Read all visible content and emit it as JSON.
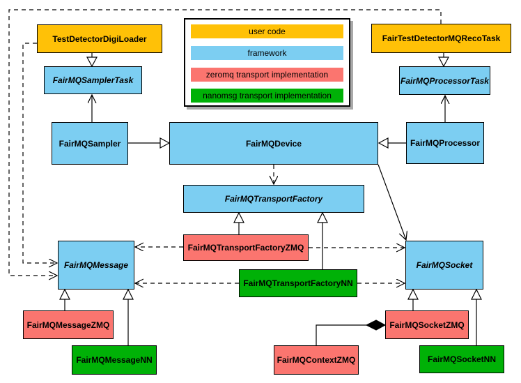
{
  "diagram": {
    "type": "uml-class-diagram",
    "subject": "FairMQ framework class diagram",
    "nodes": {
      "digiloader": {
        "label": "TestDetectorDigiLoader",
        "category": "user code",
        "abstract": false
      },
      "recotask": {
        "label": "FairTestDetectorMQRecoTask",
        "category": "user code",
        "abstract": false
      },
      "samplertask": {
        "label": "FairMQSamplerTask",
        "category": "framework",
        "abstract": true
      },
      "processortask": {
        "label": "FairMQProcessorTask",
        "category": "framework",
        "abstract": true
      },
      "sampler": {
        "label": "FairMQSampler",
        "category": "framework",
        "abstract": false
      },
      "device": {
        "label": "FairMQDevice",
        "category": "framework",
        "abstract": false
      },
      "processor": {
        "label": "FairMQProcessor",
        "category": "framework",
        "abstract": false
      },
      "transportfactory": {
        "label": "FairMQTransportFactory",
        "category": "framework",
        "abstract": true
      },
      "tfzmq": {
        "label": "FairMQTransportFactoryZMQ",
        "category": "zeromq transport implementation",
        "abstract": false
      },
      "tfnn": {
        "label": "FairMQTransportFactoryNN",
        "category": "nanomsg transport implementation",
        "abstract": false
      },
      "message": {
        "label": "FairMQMessage",
        "category": "framework",
        "abstract": true
      },
      "socket": {
        "label": "FairMQSocket",
        "category": "framework",
        "abstract": true
      },
      "msgzmq": {
        "label": "FairMQMessageZMQ",
        "category": "zeromq transport implementation",
        "abstract": false
      },
      "msgnn": {
        "label": "FairMQMessageNN",
        "category": "nanomsg transport implementation",
        "abstract": false
      },
      "sockzmq": {
        "label": "FairMQSocketZMQ",
        "category": "zeromq transport implementation",
        "abstract": false
      },
      "socknn": {
        "label": "FairMQSocketNN",
        "category": "nanomsg transport implementation",
        "abstract": false
      },
      "ctxzmq": {
        "label": "FairMQContextZMQ",
        "category": "zeromq transport implementation",
        "abstract": false
      }
    },
    "legend": {
      "items": [
        {
          "label": "user code",
          "color": "#FFC107"
        },
        {
          "label": "framework",
          "color": "#7CCEF2"
        },
        {
          "label": "zeromq transport implementation",
          "color": "#FB756F"
        },
        {
          "label": "nanomsg transport implementation",
          "color": "#00B107"
        }
      ]
    },
    "relationships": {
      "inheritance": [
        {
          "from": "TestDetectorDigiLoader",
          "to": "FairMQSamplerTask"
        },
        {
          "from": "FairTestDetectorMQRecoTask",
          "to": "FairMQProcessorTask"
        },
        {
          "from": "FairMQSampler",
          "to": "FairMQDevice"
        },
        {
          "from": "FairMQProcessor",
          "to": "FairMQDevice"
        },
        {
          "from": "FairMQTransportFactoryZMQ",
          "to": "FairMQTransportFactory"
        },
        {
          "from": "FairMQTransportFactoryNN",
          "to": "FairMQTransportFactory"
        },
        {
          "from": "FairMQMessageZMQ",
          "to": "FairMQMessage"
        },
        {
          "from": "FairMQMessageNN",
          "to": "FairMQMessage"
        },
        {
          "from": "FairMQSocketZMQ",
          "to": "FairMQSocket"
        },
        {
          "from": "FairMQSocketNN",
          "to": "FairMQSocket"
        }
      ],
      "association": [
        {
          "from": "FairMQSampler",
          "to": "FairMQSamplerTask"
        },
        {
          "from": "FairMQProcessor",
          "to": "FairMQProcessorTask"
        },
        {
          "from": "FairMQDevice",
          "to": "FairMQSocket"
        }
      ],
      "dependency": [
        {
          "from": "FairMQDevice",
          "to": "FairMQTransportFactory"
        },
        {
          "from": "FairMQTransportFactoryZMQ",
          "to": "FairMQMessage"
        },
        {
          "from": "FairMQTransportFactoryZMQ",
          "to": "FairMQSocket"
        },
        {
          "from": "FairMQTransportFactoryNN",
          "to": "FairMQMessage"
        },
        {
          "from": "FairMQTransportFactoryNN",
          "to": "FairMQSocket"
        },
        {
          "from": "TestDetectorDigiLoader",
          "to": "FairMQMessage"
        },
        {
          "from": "FairTestDetectorMQRecoTask",
          "to": "FairMQMessage"
        }
      ],
      "composition": [
        {
          "owner": "FairMQSocketZMQ",
          "part": "FairMQContextZMQ"
        }
      ]
    }
  }
}
